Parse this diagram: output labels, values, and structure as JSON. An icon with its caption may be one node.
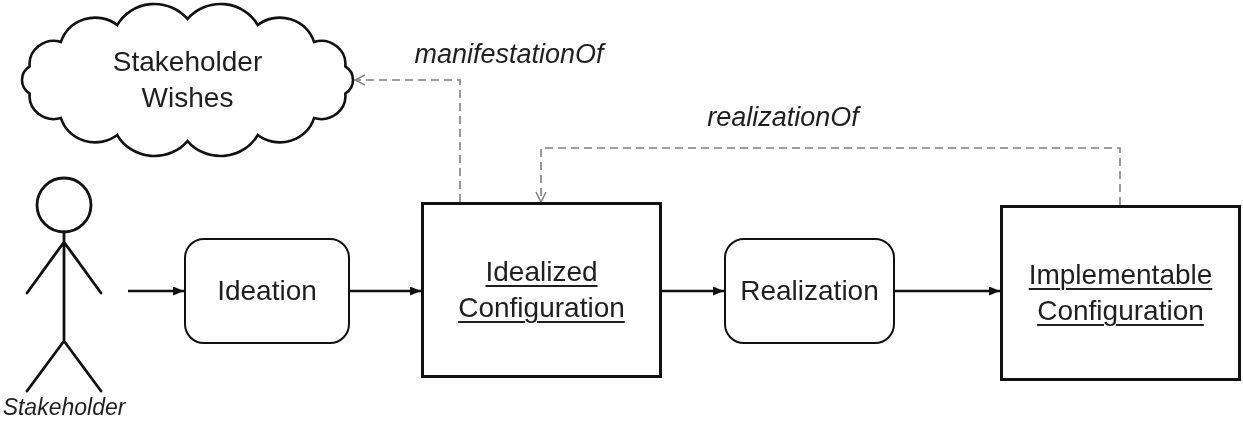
{
  "diagram": {
    "nodes": [
      {
        "text": [
          "Stakeholder Wishes"
        ]
      },
      {
        "text": [],
        "shape": "person",
        "beside": [
          "Stakeholder"
        ]
      },
      {
        "text": [
          "Ideation"
        ]
      },
      {
        "text": [
          "Idealized Configuration"
        ]
      },
      {
        "text": [
          "Realization"
        ]
      },
      {
        "text": [
          "Implementable Configuration"
        ]
      }
    ],
    "edges": [
      {
        "from": 1,
        "to": 2,
        "arrow": "to"
      },
      {
        "from": 2,
        "to": 3,
        "arrow": "to"
      },
      {
        "from": 3,
        "to": 4,
        "arrow": "to"
      },
      {
        "from": 4,
        "to": 5,
        "arrow": "to"
      },
      {
        "from": 3,
        "to": 0,
        "arrow": "to",
        "label": "manifestationOf",
        "style": "dashed",
        "color": "#7f7f7f"
      },
      {
        "from": 5,
        "to": 3,
        "arrow": "to",
        "label": "realizationOf",
        "style": "dashed",
        "color": "#7f7f7f"
      }
    ]
  }
}
